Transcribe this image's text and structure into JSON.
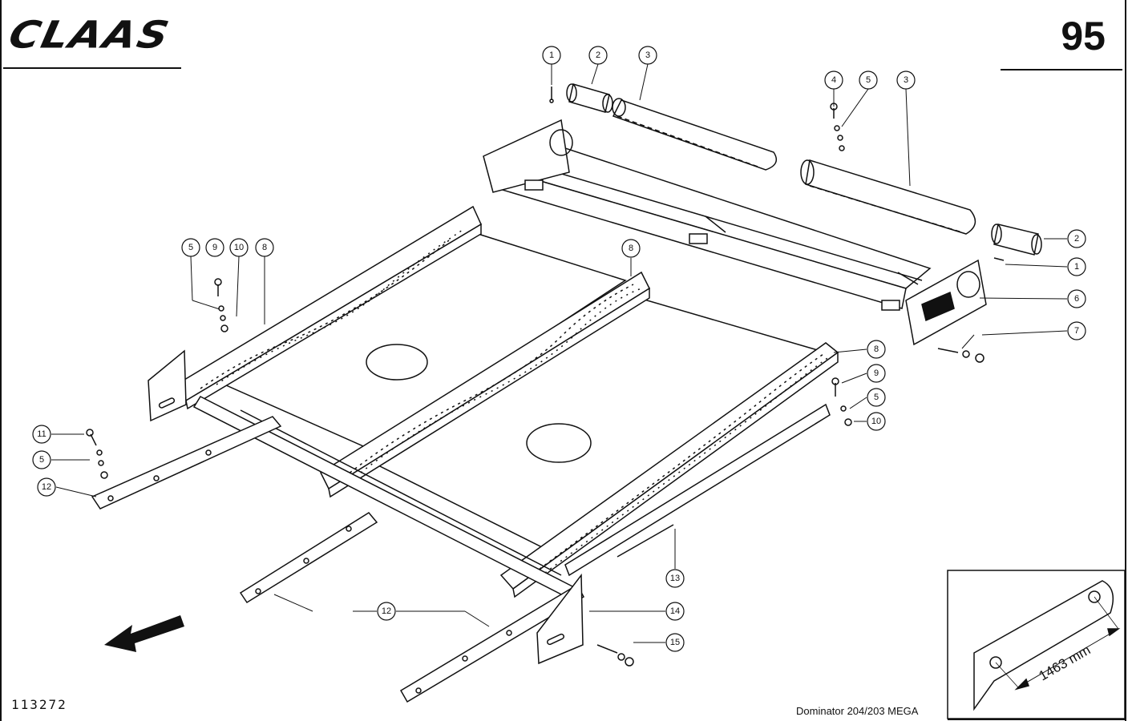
{
  "header": {
    "brand": "CLAAS",
    "page_number": "95"
  },
  "footer": {
    "drawing_number": "113272",
    "model": "Dominator 204/203 MEGA"
  },
  "inset": {
    "dimension": "1463 mm"
  },
  "callouts": {
    "c1a": "1",
    "c2a": "2",
    "c3a": "3",
    "c4": "4",
    "c5a": "5",
    "c3b": "3",
    "c2b": "2",
    "c1b": "1",
    "c6": "6",
    "c7": "7",
    "c5b": "5",
    "c9a": "9",
    "c10a": "10",
    "c8a": "8",
    "c8b": "8",
    "c8c": "8",
    "c9b": "9",
    "c5c": "5",
    "c10b": "10",
    "c11": "11",
    "c5d": "5",
    "c12a": "12",
    "c12b": "12",
    "c13": "13",
    "c14": "14",
    "c15": "15"
  }
}
